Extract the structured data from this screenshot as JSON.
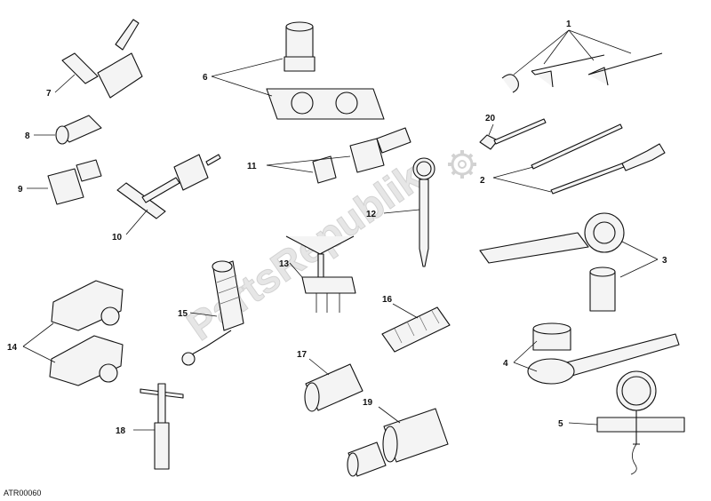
{
  "watermark": {
    "text": "PartsRepublik",
    "color": "#d2d2d2"
  },
  "drawing_code": "ATR00060",
  "callouts": [
    "1",
    "2",
    "3",
    "4",
    "5",
    "6",
    "7",
    "8",
    "9",
    "10",
    "11",
    "12",
    "13",
    "14",
    "15",
    "16",
    "17",
    "18",
    "19",
    "20"
  ],
  "colors": {
    "line": "#111111",
    "background": "#ffffff"
  }
}
